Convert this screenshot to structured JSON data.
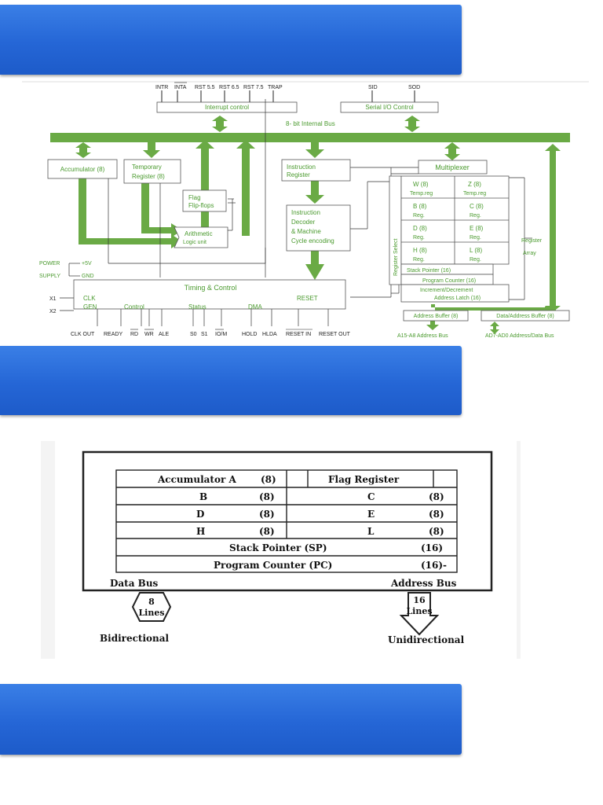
{
  "fig1": {
    "top_pins": {
      "intr": "INTR",
      "inta": "INTA",
      "rst55": "RST 5.5",
      "rst65": "RST 6.5",
      "rst75": "RST 7.5",
      "trap": "TRAP",
      "sid": "SID",
      "sod": "SOD"
    },
    "interrupt_control": "Interrupt control",
    "serial_io_control": "Serial I/O Control",
    "internal_bus": "8- bit Internal Bus",
    "accumulator": "Accumulator (8)",
    "temp_register": [
      "Temporary",
      "Register (8)"
    ],
    "flag_flipflops": [
      "Flag",
      "Flip-flops"
    ],
    "alu": [
      "Arithmetic",
      "Logic unit"
    ],
    "instruction_register": [
      "Instruction",
      "Register"
    ],
    "instruction_decoder": [
      "Instruction",
      "Decoder",
      "& Machine",
      "Cycle encoding"
    ],
    "multiplexer": "Multiplexer",
    "registers": [
      {
        "name": "W (8)",
        "sub": "Temp.reg"
      },
      {
        "name": "Z (8)",
        "sub": "Temp.reg"
      },
      {
        "name": "B (8)",
        "sub": "Reg."
      },
      {
        "name": "C (8)",
        "sub": "Reg."
      },
      {
        "name": "D (8)",
        "sub": "Reg."
      },
      {
        "name": "E (8)",
        "sub": "Reg."
      },
      {
        "name": "H (8)",
        "sub": "Reg."
      },
      {
        "name": "L (8)",
        "sub": "Reg."
      }
    ],
    "register_select": "Register Select",
    "stack_pointer": "Stack Pointer (16)",
    "program_counter": "Program Counter (16)",
    "incdec": [
      "Increment/Decrement",
      "Address Latch (16)"
    ],
    "register_array": [
      "Register",
      "Array"
    ],
    "address_buffer": "Address Buffer (8)",
    "data_address_buffer": "Data/Address Buffer (8)",
    "address_bus": "A15-A8 Address Bus",
    "data_bus": "AD7-AD0 Address/Data Bus",
    "power": [
      "POWER",
      "SUPPLY"
    ],
    "plus5v": "+5V",
    "gnd": "GND",
    "x1": "X1",
    "x2": "X2",
    "timing_control": "Timing & Control",
    "clk": "CLK",
    "gen": "GEN",
    "control": "Control",
    "status": "Status",
    "dma": "DMA",
    "reset": "RESET",
    "bottom_pins": {
      "clk_out": "CLK OUT",
      "ready": "READY",
      "rd": "RD",
      "wr": "WR",
      "ale": "ALE",
      "s0": "S0",
      "s1": "S1",
      "iom": "IO/M",
      "hold": "HOLD",
      "hlda": "HLDA",
      "reset_in": "RESET IN",
      "reset_out": "RESET OUT"
    }
  },
  "fig2": {
    "accumulator": "Accumulator A",
    "accumulator_size": "(8)",
    "flag_register": "Flag Register",
    "rows": [
      {
        "left": "B",
        "left_size": "(8)",
        "right": "C",
        "right_size": "(8)"
      },
      {
        "left": "D",
        "left_size": "(8)",
        "right": "E",
        "right_size": "(8)"
      },
      {
        "left": "H",
        "left_size": "(8)",
        "right": "L",
        "right_size": "(8)"
      }
    ],
    "stack_pointer": "Stack Pointer (SP)",
    "stack_pointer_size": "(16)",
    "program_counter": "Program Counter (PC)",
    "program_counter_size": "(16)-",
    "data_bus": "Data Bus",
    "address_bus": "Address Bus",
    "data_lines": [
      "8",
      "Lines"
    ],
    "address_lines": [
      "16",
      "Lines"
    ],
    "bidirectional": "Bidirectional",
    "unidirectional": "Unidirectional"
  },
  "colors": {
    "banner": "#2a6ddc",
    "bus_green": "#6aaa45",
    "text_green": "#4a9a2e"
  }
}
